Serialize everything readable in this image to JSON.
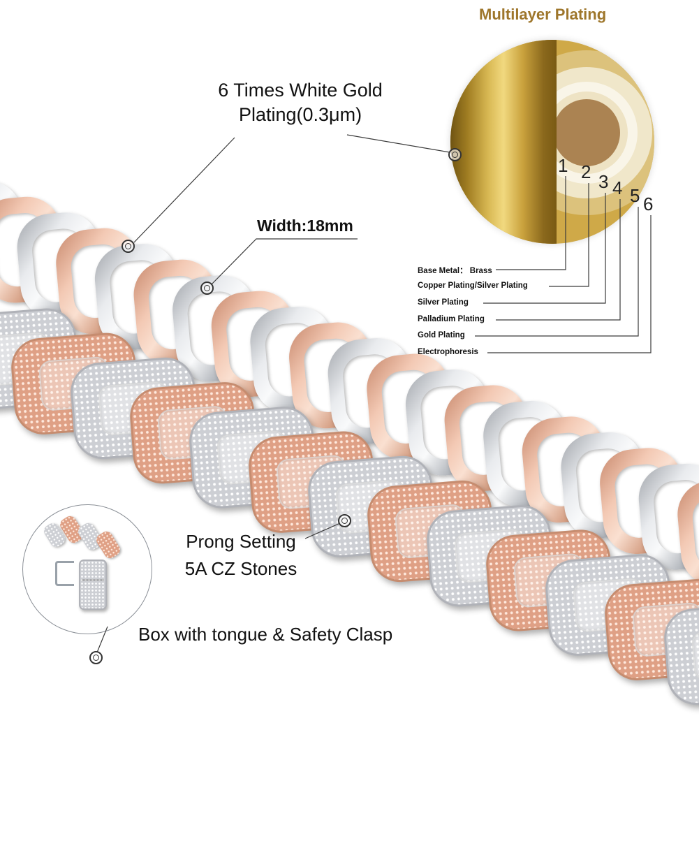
{
  "colors": {
    "gold_accent": "#9e762b",
    "rose_gold": "#dfa085",
    "silver": "#cdcfd4",
    "brass_core": "#ab8352",
    "line": "#333333"
  },
  "title": {
    "text": "Multilayer Plating"
  },
  "plating_diagram": {
    "layers": [
      {
        "num": "1",
        "label": "Base Metal：  Brass"
      },
      {
        "num": "2",
        "label": "Copper Plating/Silver Plating"
      },
      {
        "num": "3",
        "label": "Silver Plating"
      },
      {
        "num": "4",
        "label": "Palladium Plating"
      },
      {
        "num": "5",
        "label": "Gold Plating"
      },
      {
        "num": "6",
        "label": "Electrophoresis"
      }
    ]
  },
  "annotations": {
    "white_gold": {
      "line1": "6 Times White Gold",
      "line2": "Plating(0.3μm)"
    },
    "width": {
      "text": "Width:18mm"
    },
    "prong": {
      "line1": "Prong Setting",
      "line2": "5A CZ Stones"
    },
    "clasp": {
      "text": "Box with tongue & Safety Clasp"
    }
  }
}
